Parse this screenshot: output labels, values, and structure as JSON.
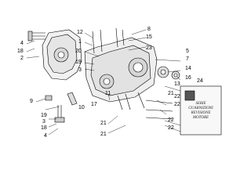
{
  "callouts": {
    "c4a": "4",
    "c18a": "18",
    "c2": "2",
    "c12": "12",
    "c1": "1",
    "c20": "20",
    "c19a": "19",
    "c3a": "3",
    "c8": "8",
    "c15": "15",
    "c23": "23",
    "c5": "5",
    "c7": "7",
    "c14": "14",
    "c16": "16",
    "c13": "13",
    "c21a": "21",
    "c22a": "22",
    "c22b": "22",
    "c9": "9",
    "c10": "10",
    "c17": "17",
    "c19b": "19",
    "c3b": "3",
    "c18b": "18",
    "c4b": "4",
    "c11": "11",
    "c21b": "21",
    "c21c": "21",
    "c22c": "22",
    "c22d": "22",
    "c24": "24"
  },
  "plate": {
    "line1": "SERIE",
    "line2": "GUARNIZIONI",
    "line3": "REVISIONE",
    "line4": "MOTORE"
  }
}
